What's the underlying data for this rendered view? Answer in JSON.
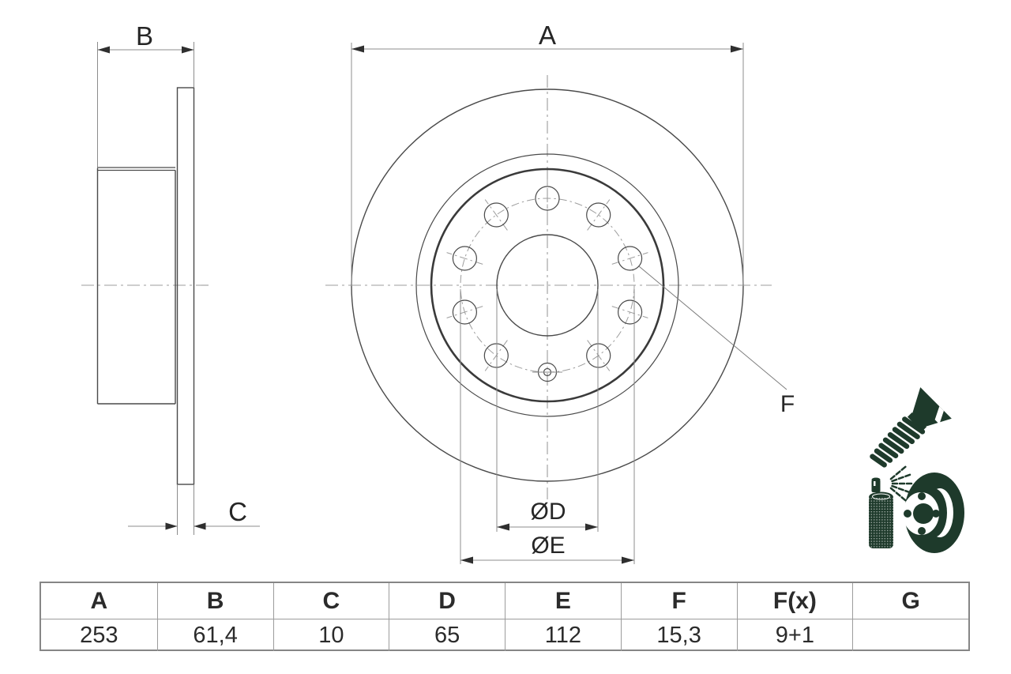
{
  "drawing": {
    "title": "brake-disc-technical-drawing",
    "dimension_labels": {
      "A": "A",
      "B": "B",
      "C": "C",
      "F": "F",
      "D": "ØD",
      "E": "ØE"
    }
  },
  "spec_table": {
    "headers": [
      "A",
      "B",
      "C",
      "D",
      "E",
      "F",
      "F(x)",
      "G"
    ],
    "values": [
      "253",
      "61,4",
      "10",
      "65",
      "112",
      "15,3",
      "9+1",
      ""
    ]
  },
  "icons": {
    "screw": "countersunk-screw",
    "spray_hub": "spray-can-and-hub",
    "color": "#1e3a2b"
  },
  "colors": {
    "object_line": "#4a4a4a",
    "dimension_line": "#8c8c8c",
    "centerline": "#9d9d9d",
    "text": "#262626",
    "table_border": "#9c9c9c"
  }
}
